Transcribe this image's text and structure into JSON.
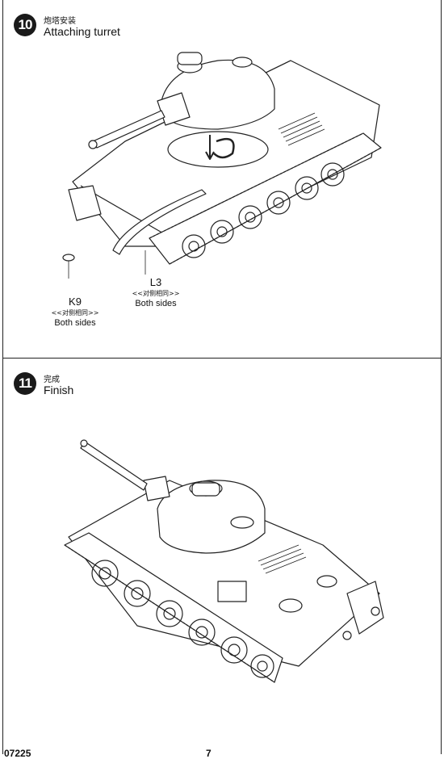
{
  "steps": [
    {
      "number": "10",
      "title_cn": "炮塔安装",
      "title_en": "Attaching  turret",
      "parts": [
        {
          "code": "K9",
          "note_cn": "<<对侧相同>>",
          "note_en": "Both sides"
        },
        {
          "code": "L3",
          "note_cn": "<<对侧相同>>",
          "note_en": "Both sides"
        }
      ]
    },
    {
      "number": "11",
      "title_cn": "完成",
      "title_en": "Finish"
    }
  ],
  "footer": {
    "left": "07225",
    "center": "7"
  }
}
